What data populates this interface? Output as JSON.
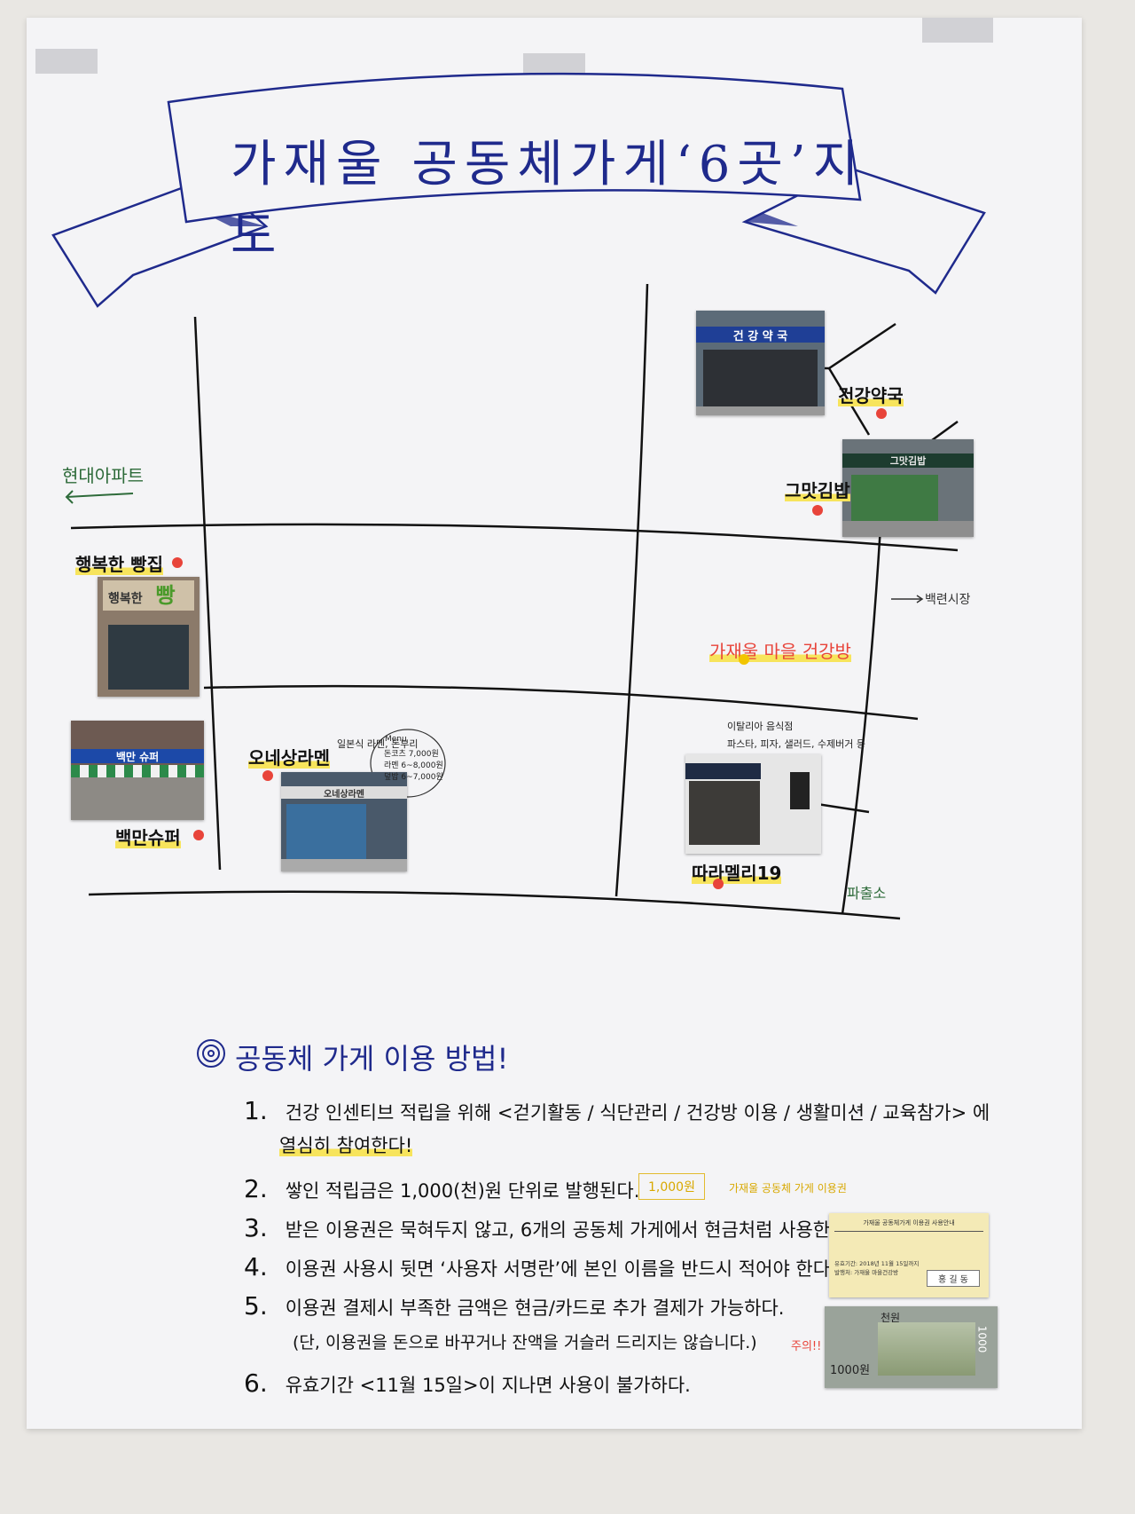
{
  "title": "가재울 공동체가게‘6곳’지도",
  "direction_left": "현대아파트",
  "direction_right": "백련시장",
  "center_label": "가재울 마을 건강방",
  "police_box": "파출소",
  "stores": {
    "pharmacy": {
      "label": "건강약국",
      "sign": "건 강 약 국"
    },
    "gimbap": {
      "label": "그맛김밥",
      "sign": "그맛김밥"
    },
    "bakery": {
      "label": "행복한 빵집",
      "sign": "행복한",
      "sign2": "빵"
    },
    "supermarket": {
      "label": "백만슈퍼",
      "sign": "백만 슈퍼"
    },
    "ramen": {
      "label": "오네상라멘",
      "sign": "오네상라멘",
      "note": "일본식 라멘, 돈부리"
    },
    "italian": {
      "label": "따라멜리19",
      "note_1": "이탈리아 음식점",
      "note_2": "파스타, 피자, 샐러드, 수제버거 등"
    }
  },
  "ramen_menu": {
    "title": "Menu",
    "line1": "돈코츠 7,000원",
    "line2": "라멘 6~8,000원",
    "line3": "덮밥 6~7,000원"
  },
  "howto": {
    "title": "공동체 가게 이용 방법!",
    "rules": [
      {
        "num": "1.",
        "text": "건강 인센티브 적립을 위해 <걷기활동 / 식단관리 / 건강방 이용 / 생활미션 / 교육참가> 에",
        "cont": "열심히 참여한다!"
      },
      {
        "num": "2.",
        "text": "쌓인 적립금은 1,000(천)원 단위로 발행된다.",
        "aside_box": "1,000원",
        "aside": "가재울 공동체 가게 이용권"
      },
      {
        "num": "3.",
        "text": "받은 이용권은 묵혀두지 않고, 6개의 공동체 가게에서 현금처럼 사용한다."
      },
      {
        "num": "4.",
        "text": "이용권 사용시 뒷면 ‘사용자 서명란’에 본인 이름을 반드시 적어야 한다."
      },
      {
        "num": "5.",
        "text": "이용권 결제시 부족한 금액은 현금/카드로 추가 결제가 가능하다.",
        "cont": "(단, 이용권을 돈으로 바꾸거나 잔액을 거슬러 드리지는 않습니다.)",
        "mark": "주의!!"
      },
      {
        "num": "6.",
        "text": "유효기간 <11월 15일>이 지나면 사용이 불가하다."
      }
    ]
  },
  "coupon": {
    "header": "가재울 공동체가게 이용권 사용안내",
    "footer": "유효기간: 2018년 11월 15일까지",
    "issuer": "발행처: 가재울 마을건강방",
    "signature": "홍 길 동",
    "name": "천원",
    "amount": "1000",
    "amount_label": "1000원"
  },
  "colors": {
    "ink_blue": "#1f2a8c",
    "dot_red": "#e8443a",
    "dot_yellow": "#f2c500",
    "highlight": "#f7e45c",
    "street": "#111111"
  }
}
